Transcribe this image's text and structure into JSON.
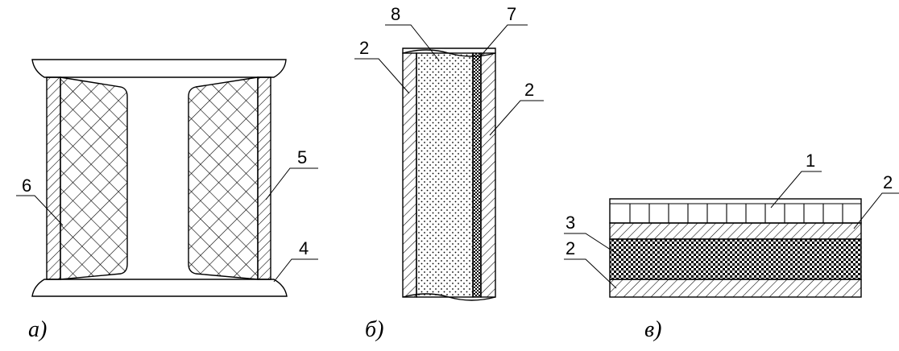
{
  "panels": [
    {
      "caption": "а)",
      "labels": [
        "6",
        "5",
        "4"
      ]
    },
    {
      "caption": "б)",
      "labels": [
        "8",
        "7",
        "2",
        "2"
      ]
    },
    {
      "caption": "в)",
      "labels": [
        "1",
        "2",
        "3",
        "2"
      ]
    }
  ]
}
